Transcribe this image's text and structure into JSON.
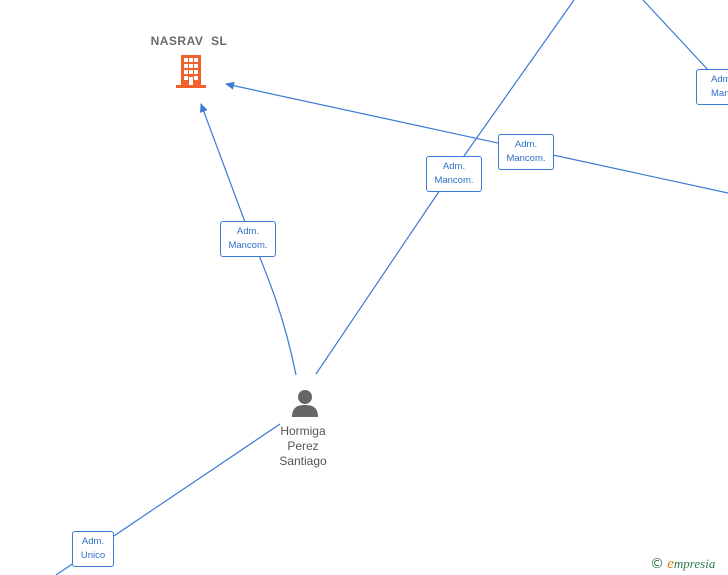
{
  "company": {
    "name": "NASRAV  SL",
    "icon": "building-icon",
    "color": "#f2612b"
  },
  "person": {
    "icon": "person-icon",
    "name_lines": [
      "Hormiga",
      "Perez",
      "Santiago"
    ]
  },
  "edges": [
    {
      "label_lines": [
        "Adm.",
        "Mancom."
      ]
    },
    {
      "label_lines": [
        "Adm.",
        "Mancom."
      ]
    },
    {
      "label_lines": [
        "Adm.",
        "Mancom."
      ]
    },
    {
      "label_lines": [
        "Adm.",
        "Mancom."
      ]
    },
    {
      "label_lines": [
        "Adm.",
        "Unico"
      ]
    }
  ],
  "footer": {
    "copyright_symbol": "©",
    "brand_initial": "e",
    "brand_rest": "mpresia"
  },
  "colors": {
    "edge": "#3a7bd5",
    "label_text": "#2f6fc9",
    "person_icon": "#666666"
  }
}
